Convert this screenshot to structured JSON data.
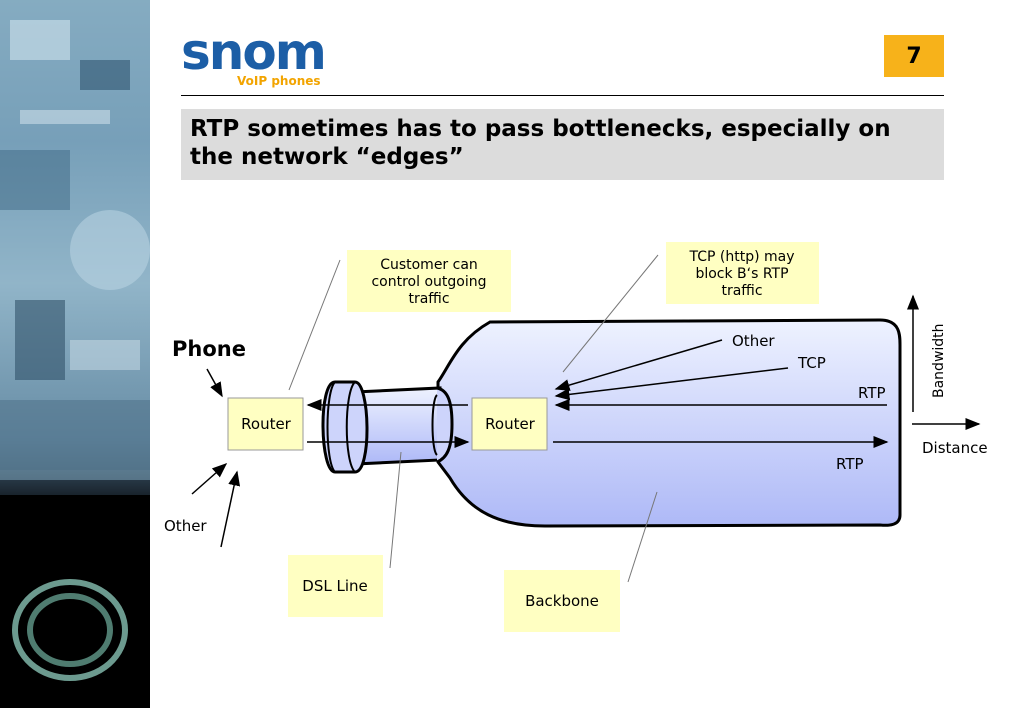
{
  "slide": {
    "page_number": "7",
    "title": "RTP sometimes has to pass bottlenecks, especially on the network “edges”"
  },
  "logo": {
    "word": "snom",
    "tagline": "VoIP phones",
    "colors": {
      "word": "#1c5ea6",
      "tagline": "#f2a400"
    }
  },
  "diagram": {
    "phone_label": "Phone",
    "other_label": "Other",
    "router_left": "Router",
    "router_right": "Router",
    "callout_customer": [
      "Customer can",
      "control outgoing",
      "traffic"
    ],
    "callout_tcp": [
      "TCP (http) may",
      "block B‘s RTP",
      "traffic"
    ],
    "callout_dsl": "DSL Line",
    "callout_backbone": "Backbone",
    "arrow_other": "Other",
    "arrow_tcp": "TCP",
    "arrow_rtp_in": "RTP",
    "arrow_rtp_out": "RTP",
    "axis_bandwidth": "Bandwidth",
    "axis_distance": "Distance",
    "colors": {
      "callout_fill": "#ffffc2",
      "bottle_top": "#eef2ff",
      "bottle_bottom": "#aeb9f7"
    }
  }
}
